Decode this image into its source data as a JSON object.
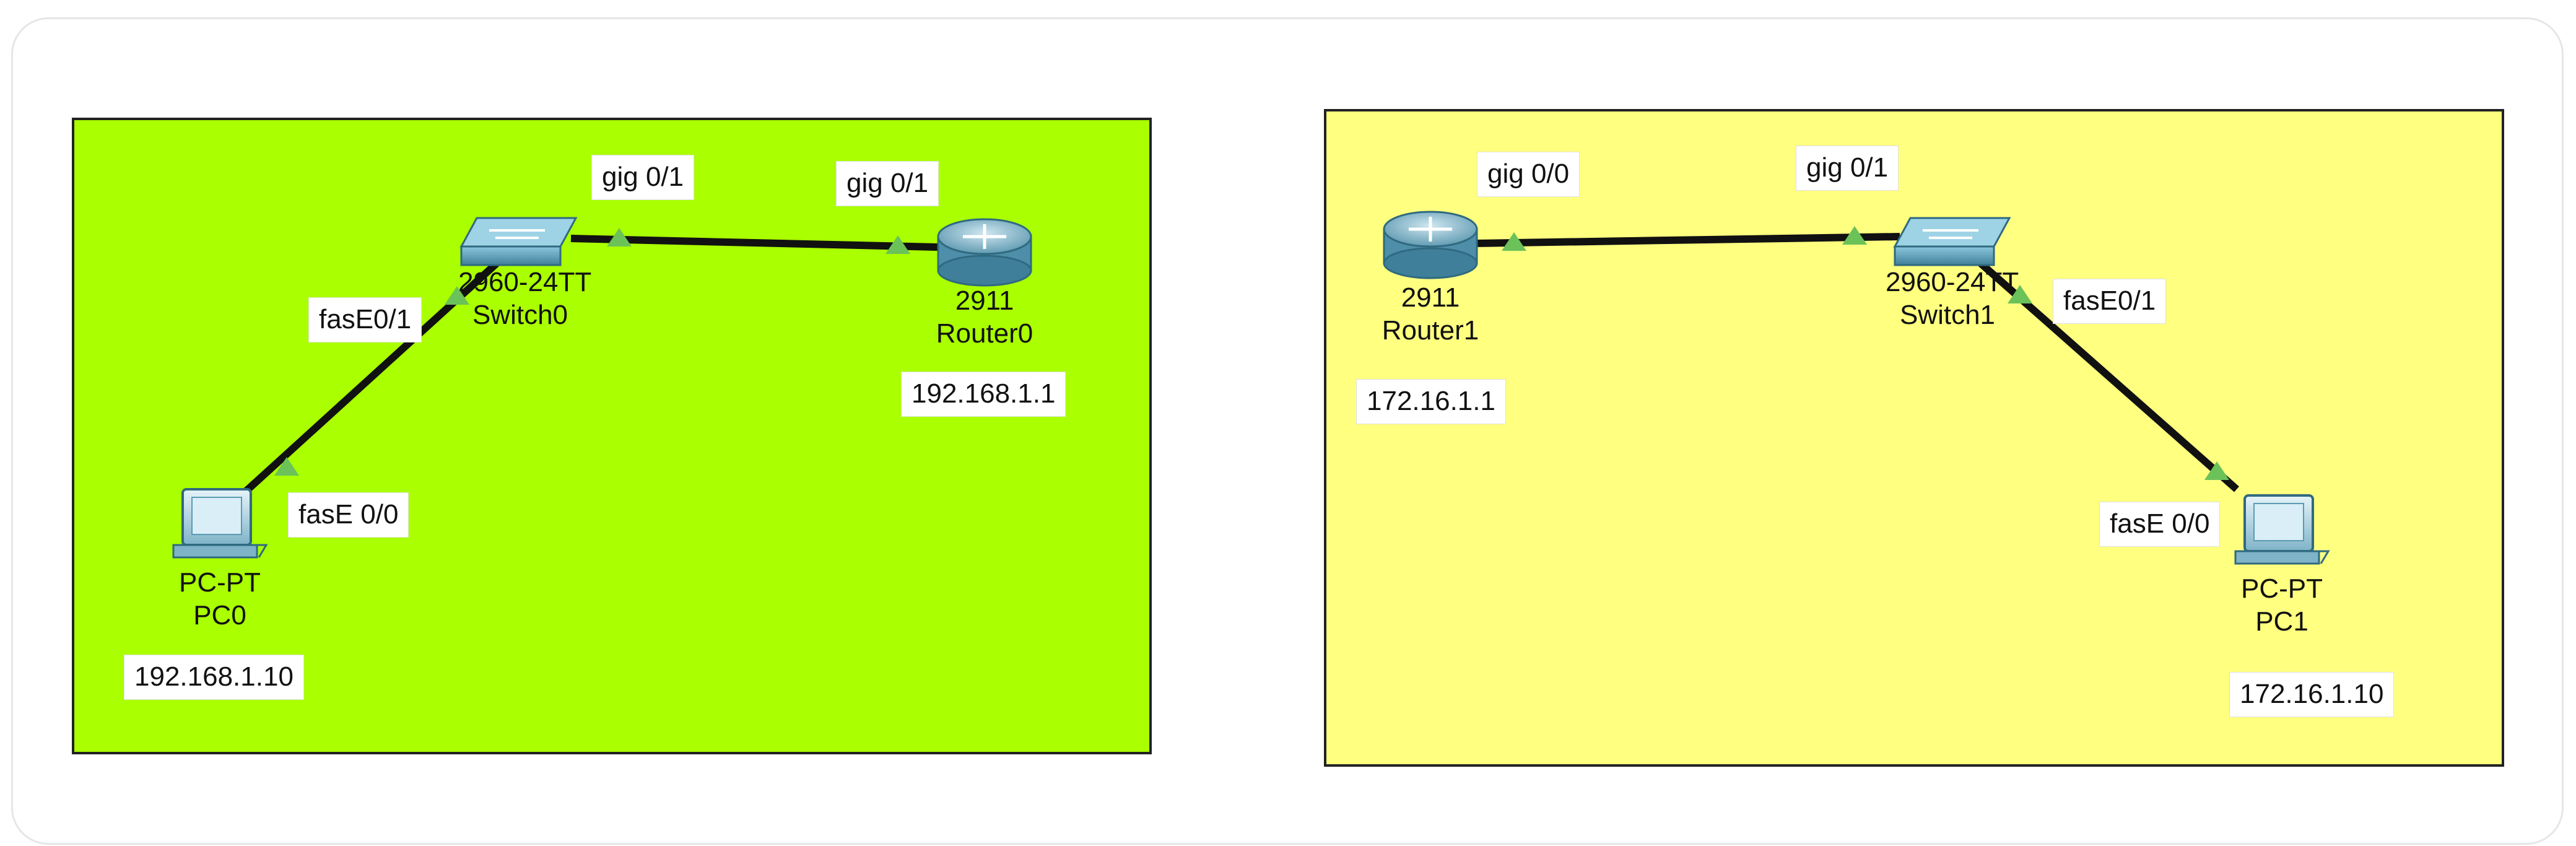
{
  "networks": [
    {
      "background": "#aaff00",
      "devices": {
        "pc": {
          "model": "PC-PT",
          "name": "PC0",
          "ip": "192.168.1.10"
        },
        "switch": {
          "model": "2960-24TT",
          "name": "Switch0"
        },
        "router": {
          "model": "2911",
          "name": "Router0",
          "ip": "192.168.1.1"
        }
      },
      "ports": {
        "pc_port": "fasE 0/0",
        "switch_pc_port": "fasE0/1",
        "switch_router_port": "gig 0/1",
        "router_port": "gig 0/1"
      }
    },
    {
      "background": "#ffff80",
      "devices": {
        "router": {
          "model": "2911",
          "name": "Router1",
          "ip": "172.16.1.1"
        },
        "switch": {
          "model": "2960-24TT",
          "name": "Switch1"
        },
        "pc": {
          "model": "PC-PT",
          "name": "PC1",
          "ip": "172.16.1.10"
        }
      },
      "ports": {
        "router_port": "gig 0/0",
        "switch_router_port": "gig 0/1",
        "switch_pc_port": "fasE0/1",
        "pc_port": "fasE 0/0"
      }
    }
  ],
  "colors": {
    "link": "#111111",
    "link_indicator": "#6ac259",
    "device_body": "#5b9ab3"
  },
  "icons": {
    "pc": "pc-icon",
    "switch": "switch-icon",
    "router": "router-icon",
    "link_up": "link-up-indicator-icon"
  }
}
